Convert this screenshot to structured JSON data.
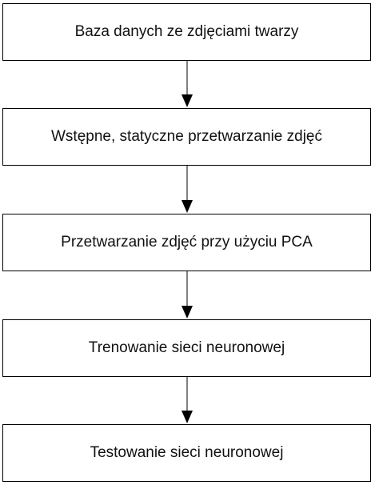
{
  "steps": [
    {
      "label": "Baza danych ze zdjęciami twarzy"
    },
    {
      "label": "Wstępne, statyczne przetwarzanie zdjęć"
    },
    {
      "label": "Przetwarzanie zdjęć przy użyciu PCA"
    },
    {
      "label": "Trenowanie sieci neuronowej"
    },
    {
      "label": "Testowanie sieci neuronowej"
    }
  ],
  "colors": {
    "stroke": "#000000",
    "text": "#111111",
    "background": "#ffffff"
  }
}
